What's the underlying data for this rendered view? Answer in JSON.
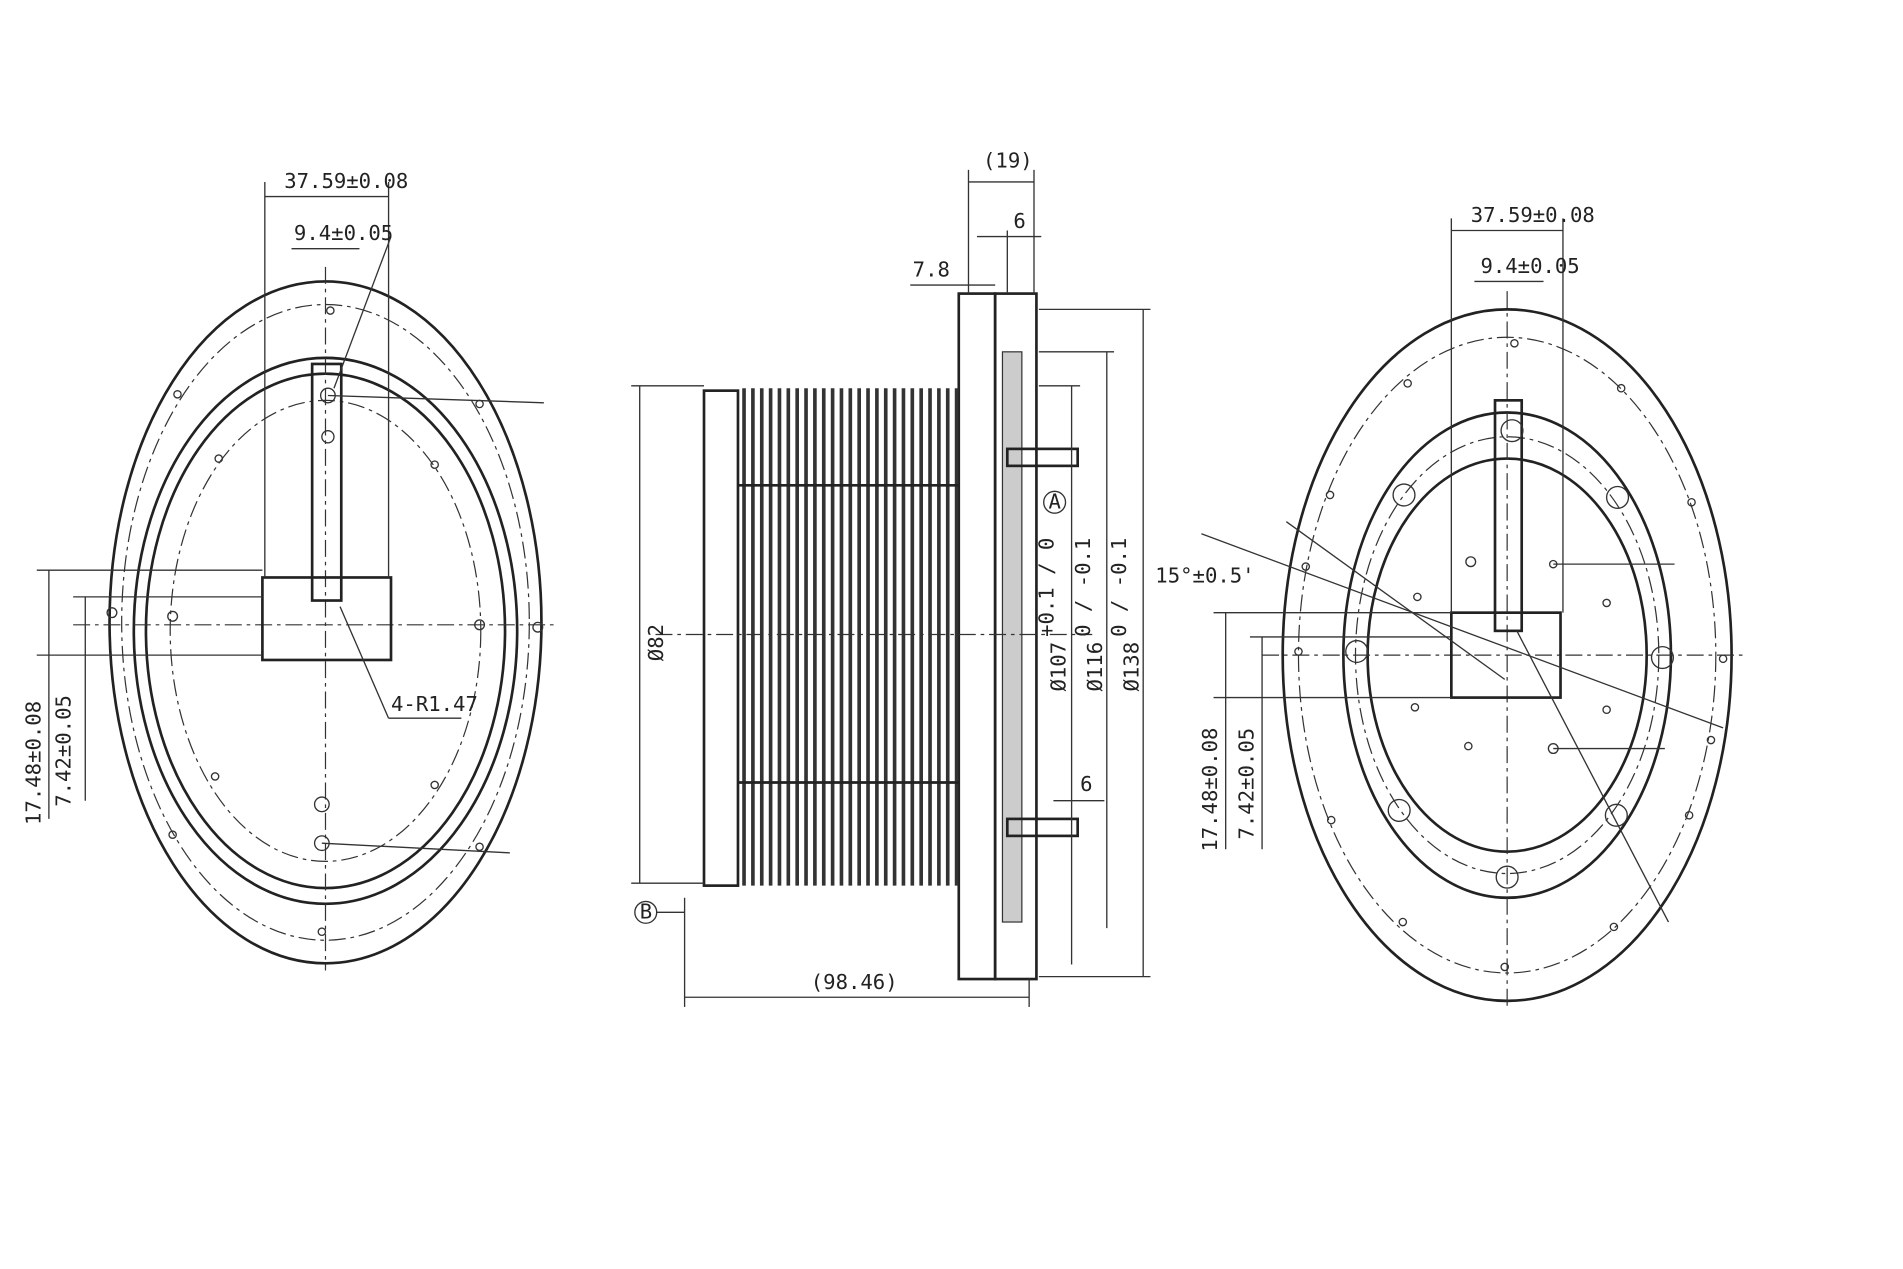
{
  "left_view": {
    "dim_bolt_spacing": "37.59±0.08",
    "dim_slot_width": "9.4±0.05",
    "dim_radius": "4-R1.47",
    "dim_offset_outer": "17.48±0.08",
    "dim_offset_inner": "7.42±0.05"
  },
  "side_view": {
    "dim_overall_flange": "(19)",
    "dim_flange_step": "6",
    "dim_plate": "7.8",
    "datum_a": "A",
    "datum_b": "B",
    "dim_fin_dia": "Ø82",
    "dim_dia_107": "Ø107",
    "tol_107": "+0.1 / 0",
    "dim_dia_116": "Ø116",
    "tol_116": "0 / -0.1",
    "dim_dia_138": "Ø138",
    "tol_138": "0 / -0.1",
    "dim_pin": "6",
    "dim_length": "(98.46)"
  },
  "right_view": {
    "dim_bolt_spacing": "37.59±0.08",
    "dim_slot_width": "9.4±0.05",
    "dim_angle": "15°±0.5'",
    "dim_offset_outer": "17.48±0.08",
    "dim_offset_inner": "7.42±0.05"
  },
  "colors": {
    "ink": "#222222",
    "paper": "#ffffff"
  }
}
